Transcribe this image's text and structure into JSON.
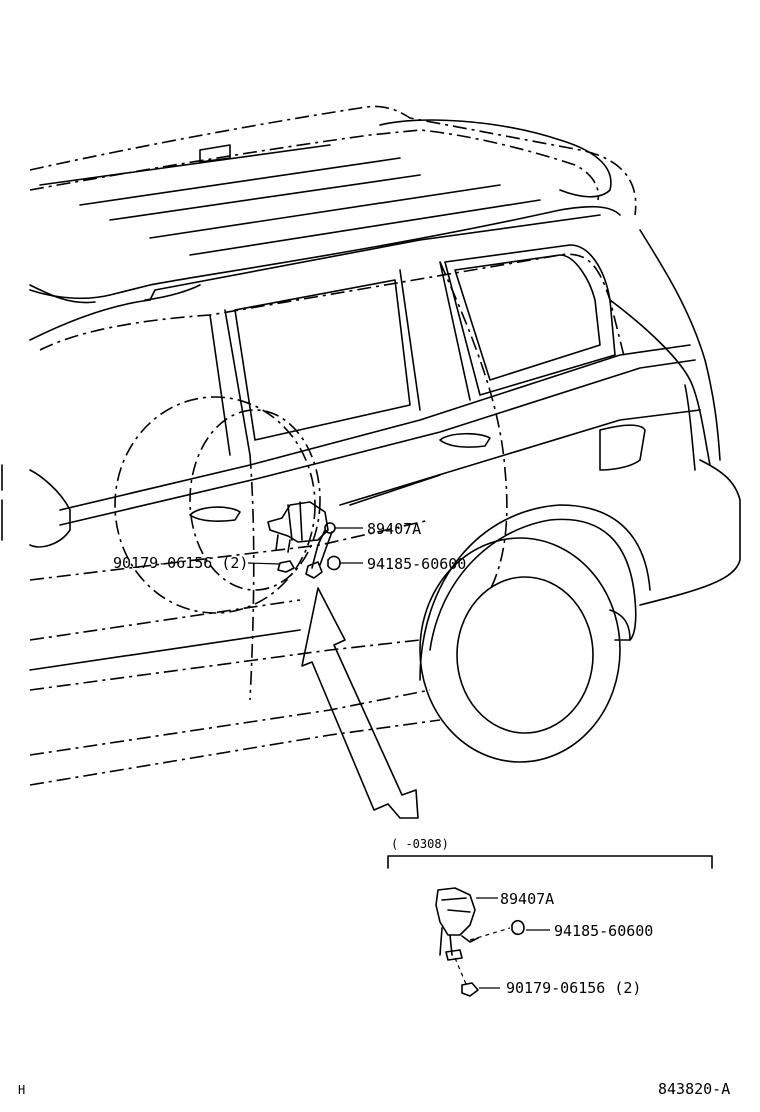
{
  "callouts": {
    "main_sensor": "89407A",
    "main_bolt": "90179-06156 (2)",
    "main_nut": "94185-60600",
    "inset_sensor": "89407A",
    "inset_nut": "94185-60600",
    "inset_bolt": "90179-06156 (2)"
  },
  "inset": {
    "range_label": "(      -0308)"
  },
  "footer": {
    "left_code": "H",
    "drawing_number": "843820-A"
  }
}
